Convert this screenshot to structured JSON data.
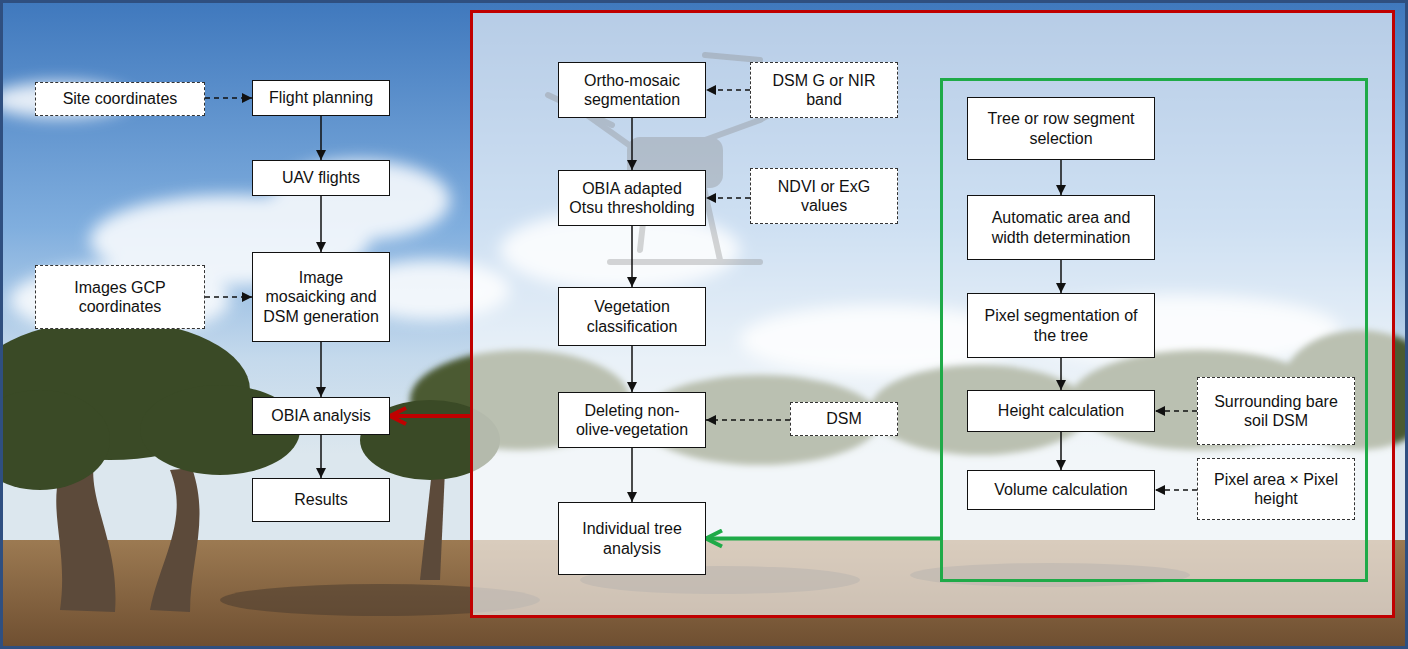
{
  "diagram": {
    "nodes": [
      {
        "text": [
          "Site coordinates"
        ]
      },
      {
        "text": [
          "Flight planning"
        ]
      },
      {
        "text": [
          "UAV flights"
        ]
      },
      {
        "text": [
          "Images GCP coordinates"
        ]
      },
      {
        "text": [
          "Image mosaicking and DSM generation"
        ]
      },
      {
        "text": [
          "OBIA analysis"
        ]
      },
      {
        "text": [
          "Results"
        ]
      },
      {
        "text": []
      },
      {
        "text": [
          "Ortho-mosaic segmentation"
        ],
        "in": 7
      },
      {
        "text": [
          "DSM G or NIR band"
        ],
        "in": 7
      },
      {
        "text": [
          "OBIA adapted Otsu thresholding"
        ],
        "in": 7
      },
      {
        "text": [
          "NDVI or ExG values"
        ],
        "in": 7
      },
      {
        "text": [
          "Vegetation classification"
        ],
        "in": 7
      },
      {
        "text": [
          "Deleting non- olive-vegetation"
        ],
        "in": 7
      },
      {
        "text": [
          "DSM"
        ],
        "in": 7
      },
      {
        "text": [
          "Individual tree analysis"
        ],
        "in": 7
      },
      {
        "text": [],
        "in": 7
      },
      {
        "text": [
          "Tree or row segment selection"
        ],
        "in": 16
      },
      {
        "text": [
          "Automatic area and width determination"
        ],
        "in": 16
      },
      {
        "text": [
          "Pixel segmentation of the tree"
        ],
        "in": 16
      },
      {
        "text": [
          "Height calculation"
        ],
        "in": 16
      },
      {
        "text": [
          "Surrounding bare soil DSM"
        ],
        "in": 16
      },
      {
        "text": [
          "Volume calculation"
        ],
        "in": 16
      },
      {
        "text": [
          "Pixel area × Pixel height"
        ],
        "in": 16
      }
    ],
    "edges": [
      {
        "from": 0,
        "to": 1,
        "arrow": "to"
      },
      {
        "from": 1,
        "to": 2,
        "arrow": "to"
      },
      {
        "from": 2,
        "to": 4,
        "arrow": "to"
      },
      {
        "from": 3,
        "to": 4,
        "arrow": "to"
      },
      {
        "from": 4,
        "to": 5,
        "arrow": "to"
      },
      {
        "from": 5,
        "to": 6,
        "arrow": "to"
      },
      {
        "from": 7,
        "to": 5,
        "arrow": "to"
      },
      {
        "from": 9,
        "to": 8,
        "arrow": "to"
      },
      {
        "from": 8,
        "to": 10,
        "arrow": "to"
      },
      {
        "from": 11,
        "to": 10,
        "arrow": "to"
      },
      {
        "from": 10,
        "to": 12,
        "arrow": "to"
      },
      {
        "from": 12,
        "to": 13,
        "arrow": "to"
      },
      {
        "from": 14,
        "to": 13,
        "arrow": "to"
      },
      {
        "from": 13,
        "to": 15,
        "arrow": "to"
      },
      {
        "from": 16,
        "to": 15,
        "arrow": "to"
      },
      {
        "from": 17,
        "to": 18,
        "arrow": "to"
      },
      {
        "from": 18,
        "to": 19,
        "arrow": "to"
      },
      {
        "from": 19,
        "to": 20,
        "arrow": "to"
      },
      {
        "from": 21,
        "to": 20,
        "arrow": "to"
      },
      {
        "from": 20,
        "to": 22,
        "arrow": "to"
      },
      {
        "from": 23,
        "to": 22,
        "arrow": "to"
      }
    ]
  }
}
